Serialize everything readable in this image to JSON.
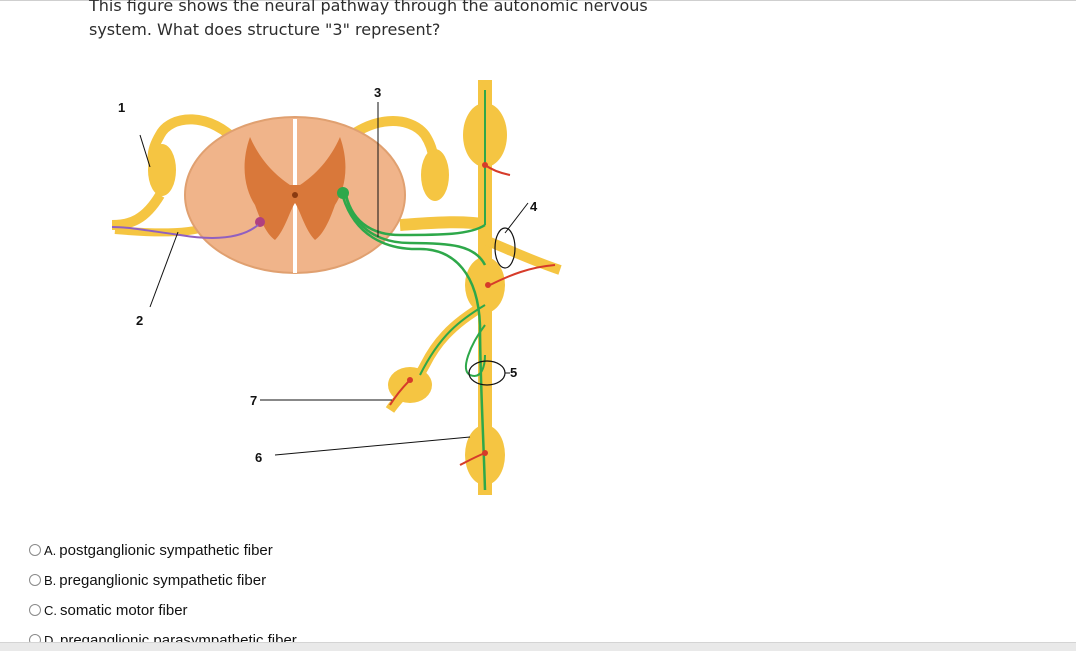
{
  "question": {
    "line1": "This figure shows the neural pathway through the autonomic nervous",
    "line2": "system. What does structure \"3\" represent?"
  },
  "figure": {
    "labels": [
      "1",
      "2",
      "3",
      "4",
      "5",
      "6",
      "7"
    ]
  },
  "options": [
    {
      "letter": "A.",
      "text": "postganglionic sympathetic fiber"
    },
    {
      "letter": "B.",
      "text": "preganglionic sympathetic fiber"
    },
    {
      "letter": "C.",
      "text": "somatic motor fiber"
    },
    {
      "letter": "D.",
      "text": "preganglionic parasympathetic fiber"
    }
  ],
  "colors": {
    "nerve_yellow": "#f5c542",
    "spinal_cord": "#f0b48a",
    "gray_matter": "#d9783a",
    "fiber_green": "#2ea84a",
    "fiber_red": "#d63b2a"
  }
}
